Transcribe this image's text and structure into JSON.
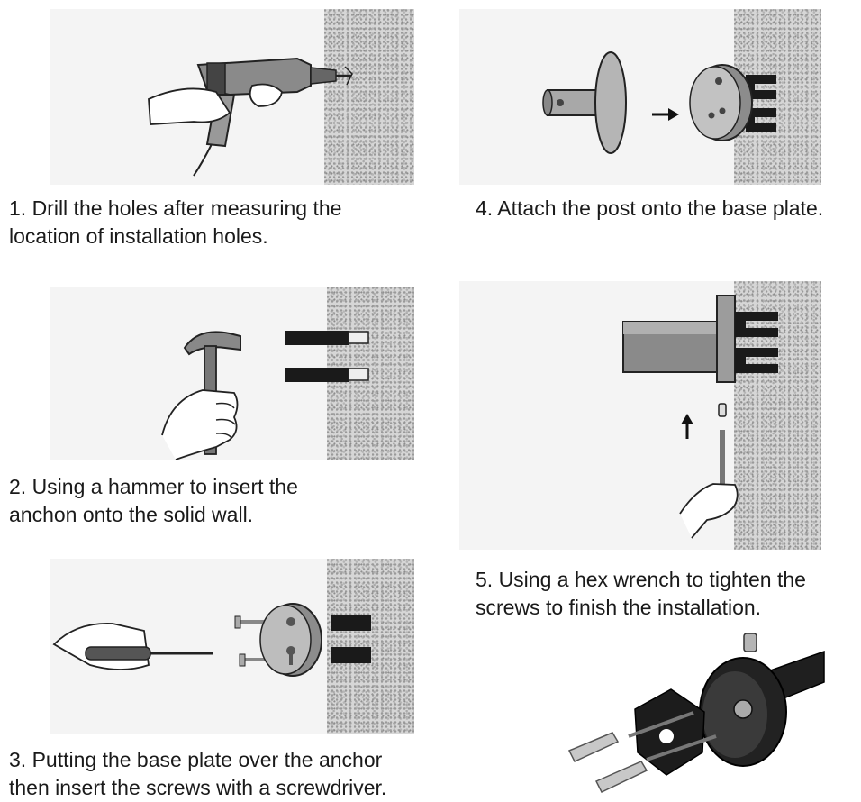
{
  "steps": [
    {
      "lines": [
        "1. Drill the holes after measuring the",
        "location of installation holes."
      ]
    },
    {
      "lines": [
        "2. Using a hammer to insert the",
        "anchon onto the solid wall."
      ]
    },
    {
      "lines": [
        "3. Putting the base plate over the anchor",
        "then insert the screws with a screwdriver."
      ]
    },
    {
      "lines": [
        "4. Attach the post onto the base plate."
      ]
    },
    {
      "lines": [
        "5. Using a hex wrench to tighten the",
        "screws to finish the installation."
      ]
    }
  ]
}
